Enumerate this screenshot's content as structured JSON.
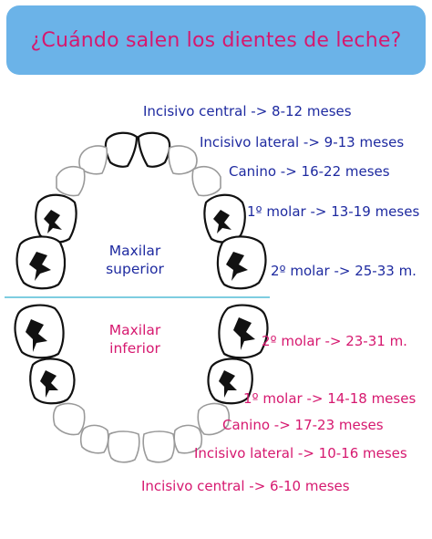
{
  "title": "¿Cuándo salen los dientes de leche?",
  "colors": {
    "banner": "#6bb3e8",
    "title": "#d6186f",
    "upper": "#1e2aa0",
    "lower": "#d6186f",
    "divider": "#7ecde0"
  },
  "maxilar_superior": {
    "line1": "Maxilar",
    "line2": "superior"
  },
  "maxilar_inferior": {
    "line1": "Maxilar",
    "line2": "inferior"
  },
  "upper_teeth": [
    {
      "text": "Incisivo central -> 8-12 meses"
    },
    {
      "text": "Incisivo lateral -> 9-13 meses"
    },
    {
      "text": "Canino  -> 16-22 meses"
    },
    {
      "text": "1º molar  -> 13-19 meses"
    },
    {
      "text": "2º molar  -> 25-33 m."
    }
  ],
  "lower_teeth": [
    {
      "text": "2º molar  -> 23-31 m."
    },
    {
      "text": "1º molar  -> 14-18 meses"
    },
    {
      "text": "Canino  -> 17-23 meses"
    },
    {
      "text": "Incisivo lateral -> 10-16 meses"
    },
    {
      "text": "Incisivo central -> 6-10 meses"
    }
  ]
}
